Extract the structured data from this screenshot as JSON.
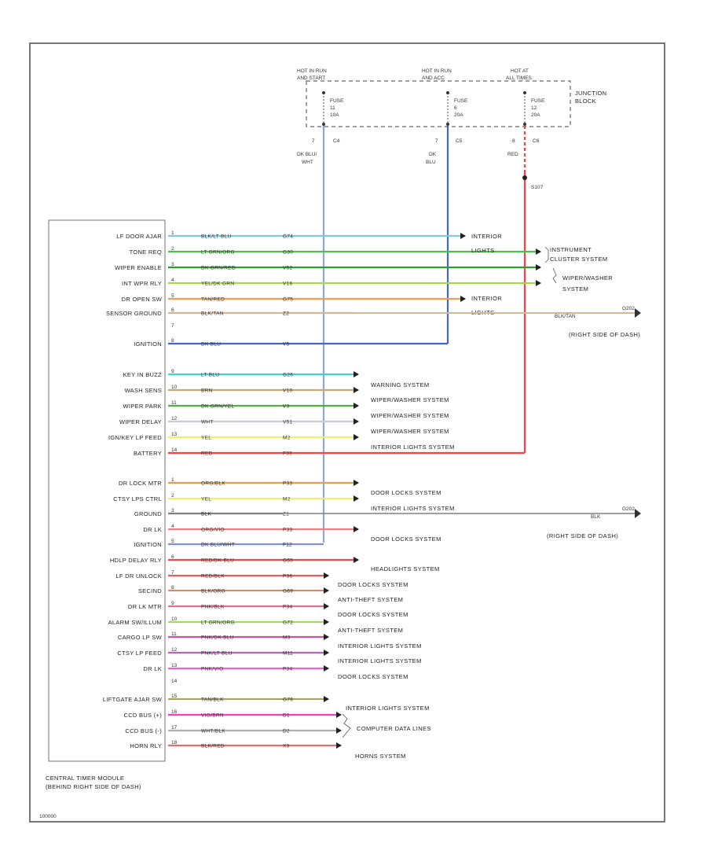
{
  "junction_block": {
    "label": [
      "JUNCTION",
      "BLOCK"
    ],
    "fuses": [
      {
        "header": [
          "HOT IN RUN",
          "AND START"
        ],
        "fuse": [
          "FUSE",
          "11",
          "10A"
        ],
        "pin": "7",
        "conn": "C4",
        "wire": [
          "DK BLU/",
          "WHT"
        ],
        "color": "#4f6fd0"
      },
      {
        "header": [
          "HOT IN RUN",
          "AND ACC"
        ],
        "fuse": [
          "FUSE",
          "6",
          "20A"
        ],
        "pin": "7",
        "conn": "C5",
        "wire": [
          "DK",
          "BLU"
        ],
        "color": "#4466cc"
      },
      {
        "header": [
          "HOT AT",
          "ALL TIMES"
        ],
        "fuse": [
          "FUSE",
          "12",
          "20A"
        ],
        "pin": "8",
        "conn": "C6",
        "wire": [
          "RED"
        ],
        "color": "#ff3b3b"
      }
    ],
    "splice": "S107"
  },
  "module": {
    "name": [
      "CENTRAL TIMER MODULE",
      "(BEHIND RIGHT SIDE OF DASH)"
    ],
    "pins": [
      {
        "label": "LF DOOR AJAR",
        "pin": "1",
        "wire": "BLK/LT BLU",
        "circuit": "G74",
        "color": "#7ec8e3"
      },
      {
        "label": "TONE REQ",
        "pin": "2",
        "wire": "LT GRN/ORG",
        "circuit": "G30",
        "color": "#4fc04f"
      },
      {
        "label": "WIPER ENABLE",
        "pin": "3",
        "wire": "DK GRN/RED",
        "circuit": "V52",
        "color": "#2e9e2e"
      },
      {
        "label": "INT WPR RLY",
        "pin": "4",
        "wire": "YEL/DK GRN",
        "circuit": "V16",
        "color": "#a8d850"
      },
      {
        "label": "DR OPEN SW",
        "pin": "5",
        "wire": "TAN/RED",
        "circuit": "G75",
        "color": "#f0a050"
      },
      {
        "label": "SENSOR GROUND",
        "pin": "6",
        "wire": "BLK/TAN",
        "circuit": "Z2",
        "color": "#d8b890"
      },
      {
        "label": "",
        "pin": "7",
        "wire": "",
        "circuit": "",
        "color": ""
      },
      {
        "label": "IGNITION",
        "pin": "8",
        "wire": "DK BLU",
        "circuit": "V5",
        "color": "#4466cc"
      },
      {
        "label": "KEY IN BUZZ",
        "pin": "9",
        "wire": "LT BLU",
        "circuit": "G26",
        "color": "#40d0e0"
      },
      {
        "label": "WASH SENS",
        "pin": "10",
        "wire": "BRN",
        "circuit": "V10",
        "color": "#c8a878"
      },
      {
        "label": "WIPER PARK",
        "pin": "11",
        "wire": "DK GRN/YEL",
        "circuit": "V3",
        "color": "#50b040"
      },
      {
        "label": "WIPER DELAY",
        "pin": "12",
        "wire": "WHT",
        "circuit": "V51",
        "color": "#c8c8d8"
      },
      {
        "label": "IGN/KEY LP FEED",
        "pin": "13",
        "wire": "YEL",
        "circuit": "M2",
        "color": "#f0f070"
      },
      {
        "label": "BATTERY",
        "pin": "14",
        "wire": "RED",
        "circuit": "F33",
        "color": "#ff4040"
      },
      {
        "label": "DR LOCK MTR",
        "pin": "1",
        "wire": "ORG/BLK",
        "circuit": "P33",
        "color": "#e8a040"
      },
      {
        "label": "CTSY LPS CTRL",
        "pin": "2",
        "wire": "YEL",
        "circuit": "M2",
        "color": "#f0f070"
      },
      {
        "label": "GROUND",
        "pin": "3",
        "wire": "BLK",
        "circuit": "Z1",
        "color": "#808080"
      },
      {
        "label": "DR LK",
        "pin": "4",
        "wire": "ORG/VIO",
        "circuit": "P33",
        "color": "#f08080"
      },
      {
        "label": "IGNITION",
        "pin": "5",
        "wire": "DK BLU/WHT",
        "circuit": "F12",
        "color": "#8090e0"
      },
      {
        "label": "HDLP DELAY RLY",
        "pin": "6",
        "wire": "RED/DK BLU",
        "circuit": "G55",
        "color": "#e05050"
      },
      {
        "label": "LF DR UNLOCK",
        "pin": "7",
        "wire": "RED/BLK",
        "circuit": "P36",
        "color": "#e06060"
      },
      {
        "label": "SECIND",
        "pin": "8",
        "wire": "BLK/ORG",
        "circuit": "G69",
        "color": "#c89070"
      },
      {
        "label": "DR LK MTR",
        "pin": "9",
        "wire": "PNK/BLK",
        "circuit": "P34",
        "color": "#e07090"
      },
      {
        "label": "ALARM SW/ILLUM",
        "pin": "10",
        "wire": "LT GRN/ORG",
        "circuit": "G72",
        "color": "#a0d860"
      },
      {
        "label": "CARGO LP SW",
        "pin": "11",
        "wire": "PNK/DK BLU",
        "circuit": "M3",
        "color": "#d050a0"
      },
      {
        "label": "CTSY LP FEED",
        "pin": "12",
        "wire": "PNK/LT BLU",
        "circuit": "M11",
        "color": "#c060c0"
      },
      {
        "label": "DR LK",
        "pin": "13",
        "wire": "PNK/VIO",
        "circuit": "P34",
        "color": "#f060d0"
      },
      {
        "label": "",
        "pin": "14",
        "wire": "",
        "circuit": "",
        "color": ""
      },
      {
        "label": "LIFTGATE AJAR SW",
        "pin": "15",
        "wire": "TAN/BLK",
        "circuit": "G76",
        "color": "#b0a060"
      },
      {
        "label": "CCD BUS (+)",
        "pin": "16",
        "wire": "VIO/BRN",
        "circuit": "D1",
        "color": "#f040c0"
      },
      {
        "label": "CCD BUS (-)",
        "pin": "17",
        "wire": "WHT/BLK",
        "circuit": "D2",
        "color": "#b0b0b0"
      },
      {
        "label": "HORN RLY",
        "pin": "18",
        "wire": "BLK/RED",
        "circuit": "X3",
        "color": "#e07070"
      }
    ]
  },
  "destinations": {
    "interior_lights_1": [
      "INTERIOR",
      "LIGHTS"
    ],
    "instrument_cluster": [
      "INSTRUMENT",
      "CLUSTER SYSTEM"
    ],
    "wiper_washer_1": [
      "WIPER/WASHER",
      "SYSTEM"
    ],
    "interior_lights_2": [
      "INTERIOR",
      "LIGHTS"
    ],
    "ground_1": {
      "wire": "BLK/TAN",
      "id": "G202",
      "loc": "(RIGHT SIDE OF DASH)"
    },
    "warning_system": "WARNING SYSTEM",
    "wiper_washer_a": "WIPER/WASHER SYSTEM",
    "wiper_washer_b": "WIPER/WASHER SYSTEM",
    "wiper_washer_c": "WIPER/WASHER SYSTEM",
    "interior_lights_system_1": "INTERIOR LIGHTS SYSTEM",
    "door_locks_1": "DOOR LOCKS SYSTEM",
    "interior_lights_system_2": "INTERIOR LIGHTS SYSTEM",
    "ground_2": {
      "wire": "BLK",
      "id": "G202",
      "loc": "(RIGHT SIDE OF DASH)"
    },
    "door_locks_2": "DOOR LOCKS SYSTEM",
    "headlights": "HEADLIGHTS SYSTEM",
    "door_locks_3": "DOOR LOCKS SYSTEM",
    "anti_theft_1": "ANTI-THEFT SYSTEM",
    "door_locks_4": "DOOR LOCKS SYSTEM",
    "anti_theft_2": "ANTI-THEFT SYSTEM",
    "interior_lights_system_3": "INTERIOR LIGHTS SYSTEM",
    "interior_lights_system_4": "INTERIOR LIGHTS SYSTEM",
    "door_locks_5": "DOOR LOCKS SYSTEM",
    "interior_lights_system_5": "INTERIOR LIGHTS SYSTEM",
    "computer_data_lines": "COMPUTER DATA LINES",
    "horns": "HORNS SYSTEM"
  },
  "footer_code": "100000"
}
